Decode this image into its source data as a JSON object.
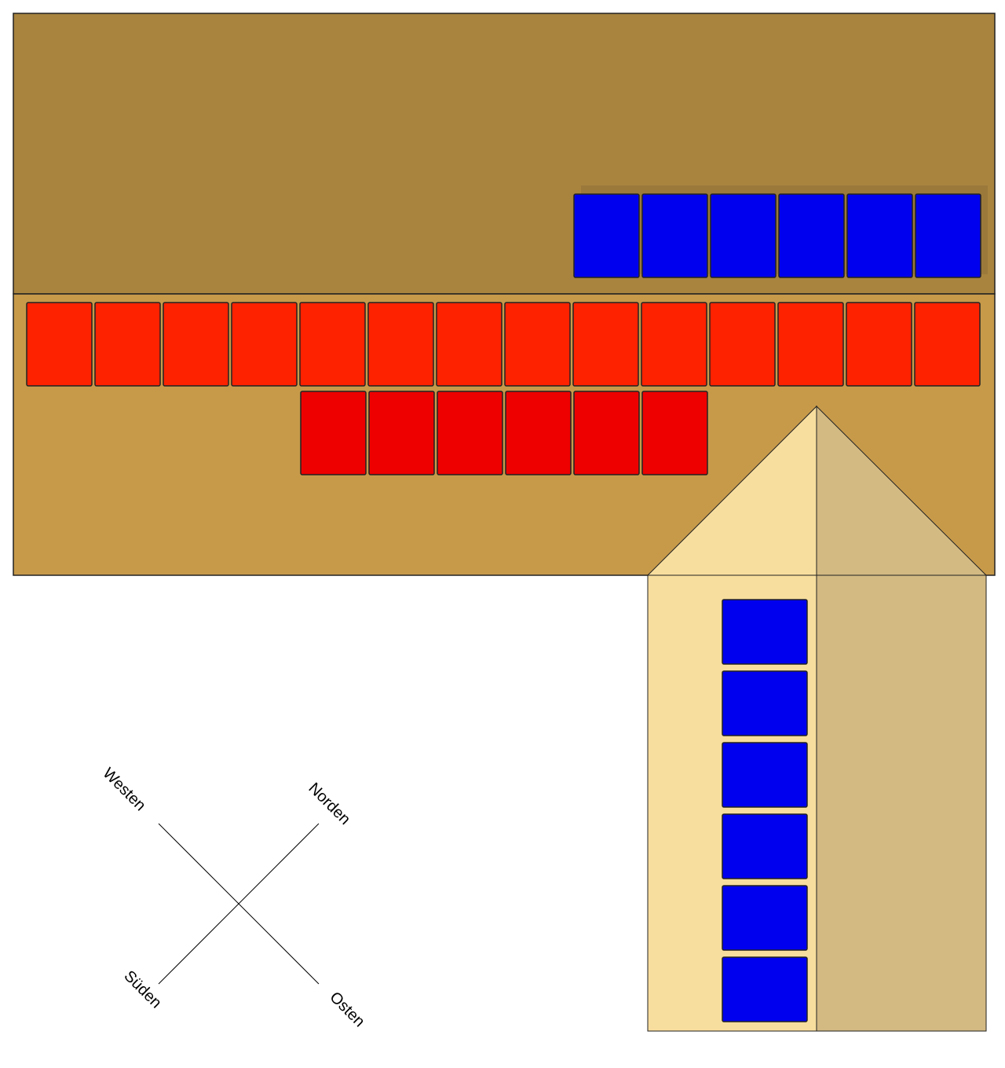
{
  "colors": {
    "roof_upper": "#A8843F",
    "roof_lower": "#C79A4A",
    "dormer_light": "#F8DE9E",
    "dormer_shade": "#D3BA83",
    "panel_blue": "#0000EE",
    "panel_red_top": "#FF2200",
    "panel_red_bottom": "#EE0000",
    "outline": "#222222"
  },
  "panel_groups": [
    {
      "name": "blue-upper-roof",
      "color": "panel_blue",
      "count": 6
    },
    {
      "name": "red-top-row",
      "color": "panel_red_top",
      "count": 14
    },
    {
      "name": "red-bottom-row",
      "color": "panel_red_bottom",
      "count": 6
    },
    {
      "name": "blue-dormer-column",
      "color": "panel_blue",
      "count": 6
    }
  ],
  "compass": {
    "west": "Westen",
    "north": "Norden",
    "south": "Süden",
    "east": "Osten"
  }
}
